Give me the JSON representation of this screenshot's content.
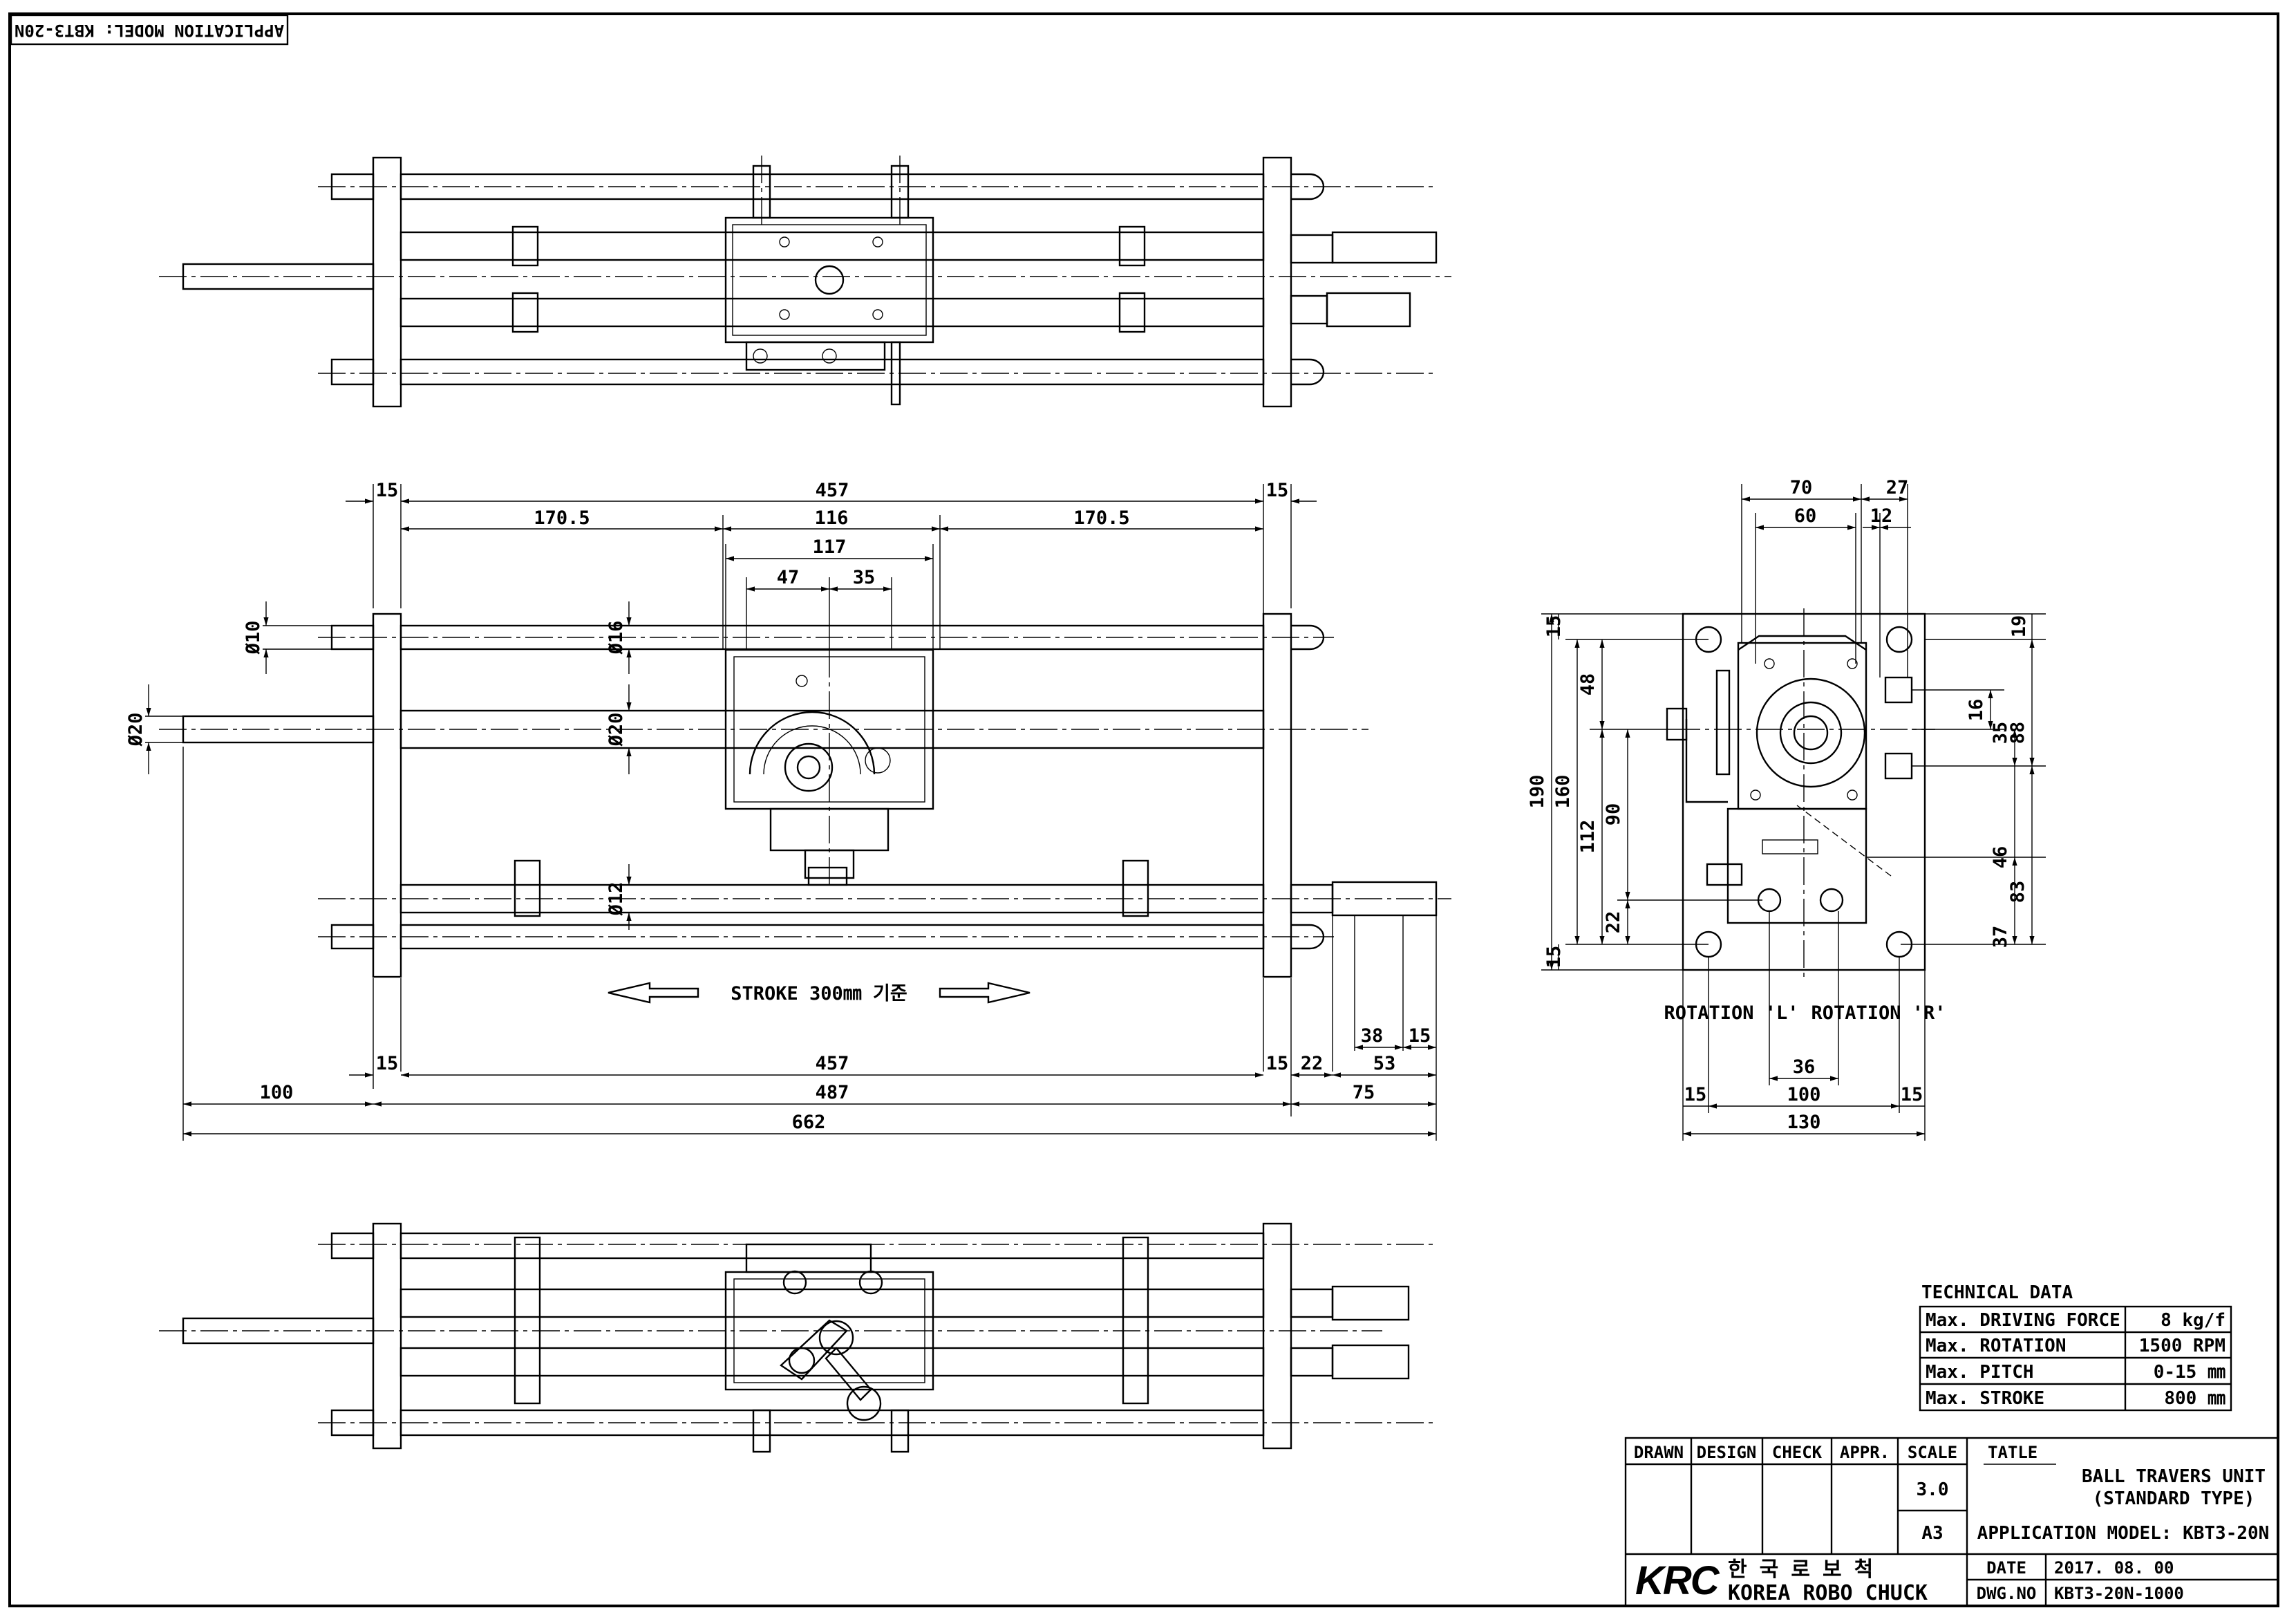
{
  "application_model_label": "APPLICATION MODEL: KBT3-20N",
  "stroke_note": "STROKE 300㎜ 기준",
  "dimensions": {
    "front_top": {
      "d15a": "15",
      "d457": "457",
      "d15b": "15",
      "d170a": "170.5",
      "d116": "116",
      "d170b": "170.5",
      "d117": "117",
      "d47": "47",
      "d35": "35"
    },
    "front_side": {
      "phi10": "Ø10",
      "phi20": "Ø20",
      "phi16": "Ø16",
      "phi20b": "Ø20",
      "phi12": "Ø12"
    },
    "front_bottom": {
      "d15c": "15",
      "d457b": "457",
      "d15d": "15",
      "d22": "22",
      "d38": "38",
      "d15e": "15",
      "d53": "53",
      "d100": "100",
      "d487": "487",
      "d75": "75",
      "d662": "662"
    },
    "side_view": {
      "d70": "70",
      "d27": "27",
      "d60": "60",
      "d12": "12",
      "d15l_top": "15",
      "d15l_bot": "15",
      "d48": "48",
      "d190": "190",
      "d160": "160",
      "d112": "112",
      "d90": "90",
      "d22": "22",
      "d19": "19",
      "d16": "16",
      "d35": "35",
      "d88": "88",
      "d46": "46",
      "d83": "83",
      "d37": "37",
      "rot_l": "ROTATION 'L'",
      "rot_r": "ROTATION 'R'",
      "d36": "36",
      "d15f": "15",
      "d100": "100",
      "d15g": "15",
      "d130": "130"
    }
  },
  "technical_data": {
    "title": "TECHNICAL DATA",
    "rows": [
      {
        "label": "Max. DRIVING FORCE",
        "value": "8 kg/f"
      },
      {
        "label": "Max. ROTATION",
        "value": "1500 RPM"
      },
      {
        "label": "Max. PITCH",
        "value": "0-15 ㎜"
      },
      {
        "label": "Max. STROKE",
        "value": "800 ㎜"
      }
    ]
  },
  "title_block": {
    "headers": [
      "DRAWN",
      "DESIGN",
      "CHECK",
      "APPR."
    ],
    "scale_label": "SCALE",
    "scale_value": "3.0",
    "paper_size": "A3",
    "title_label": "TATLE",
    "title_line1": "BALL TRAVERS UNIT",
    "title_line2": "(STANDARD TYPE)",
    "application_model": "APPLICATION MODEL: KBT3-20N",
    "company_logo": "KRC",
    "company_korean": "한 국 로 보 척",
    "company_english": "KOREA ROBO CHUCK",
    "date_label": "DATE",
    "date_value": "2017. 08. 00",
    "dwg_label": "DWG.NO",
    "dwg_value": "KBT3-20N-1000"
  }
}
